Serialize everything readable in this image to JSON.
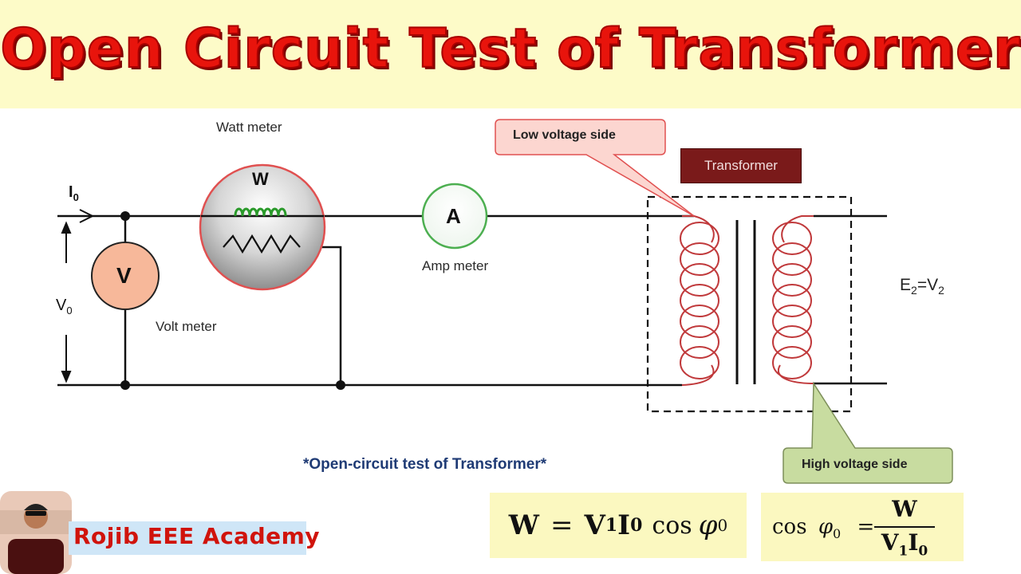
{
  "title": "Open Circuit Test of Transformer",
  "labels": {
    "watt_meter": "Watt meter",
    "watt_symbol": "W",
    "amp_symbol": "A",
    "amp_meter": "Amp meter",
    "volt_symbol": "V",
    "volt_meter": "Volt meter",
    "current": "I",
    "current_sub": "0",
    "voltage": "V",
    "voltage_sub": "0",
    "secondary_e": "E",
    "secondary_e_sub": "2",
    "secondary_eq": "=V",
    "secondary_v_sub": "2",
    "transformer": "Transformer",
    "low_voltage_side": "Low voltage side",
    "high_voltage_side": "High voltage side",
    "caption": "*Open-circuit test of Transformer*"
  },
  "formulas": {
    "power_w": "W",
    "power_eq": "=",
    "power_v": "V",
    "power_v_sub": "1",
    "power_i": "I",
    "power_i_sub": "0",
    "power_cos": "cos",
    "power_phi": "φ",
    "power_phi_sub": "0",
    "pf_cos": "cos",
    "pf_phi": "φ",
    "pf_phi_sub": "0",
    "pf_eq": "=",
    "pf_num": "W",
    "pf_den_v": "V",
    "pf_den_v_sub": "1",
    "pf_den_i": "I",
    "pf_den_i_sub": "0"
  },
  "brand": {
    "name": "Rojib EEE Academy"
  },
  "colors": {
    "title": "#e8140c",
    "banner_bg": "#fdfbc8",
    "coil": "#c0393b",
    "wattmeter_ring": "#e05050",
    "ammeter_ring": "#4caf50",
    "voltmeter_fill": "#f7b89a",
    "transformer_box": "#7a1a1a",
    "low_callout": "#fcd6d0",
    "high_callout": "#c8dca0",
    "caption": "#1f3b75",
    "formula_bg": "#fbf8c0"
  }
}
